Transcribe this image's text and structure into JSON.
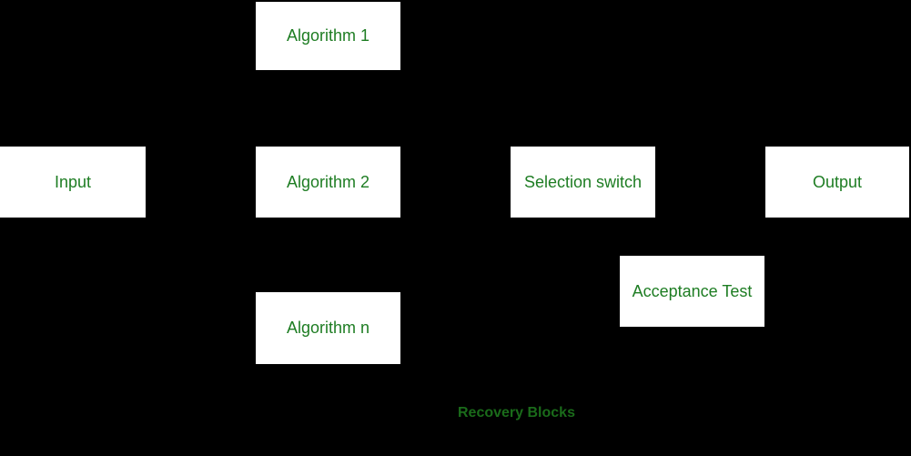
{
  "diagram": {
    "type": "block-diagram",
    "caption": "Recovery Blocks",
    "nodes": {
      "input": {
        "label": "Input"
      },
      "algorithm_1": {
        "label": "Algorithm 1"
      },
      "algorithm_2": {
        "label": "Algorithm 2"
      },
      "algorithm_n": {
        "label": "Algorithm n"
      },
      "selection_switch": {
        "label": "Selection switch"
      },
      "acceptance_test": {
        "label": "Acceptance Test"
      },
      "output": {
        "label": "Output"
      }
    },
    "colors": {
      "background": "#000000",
      "node_background": "#ffffff",
      "node_text": "#1e7d23",
      "caption_text": "#1a6b1a"
    }
  }
}
